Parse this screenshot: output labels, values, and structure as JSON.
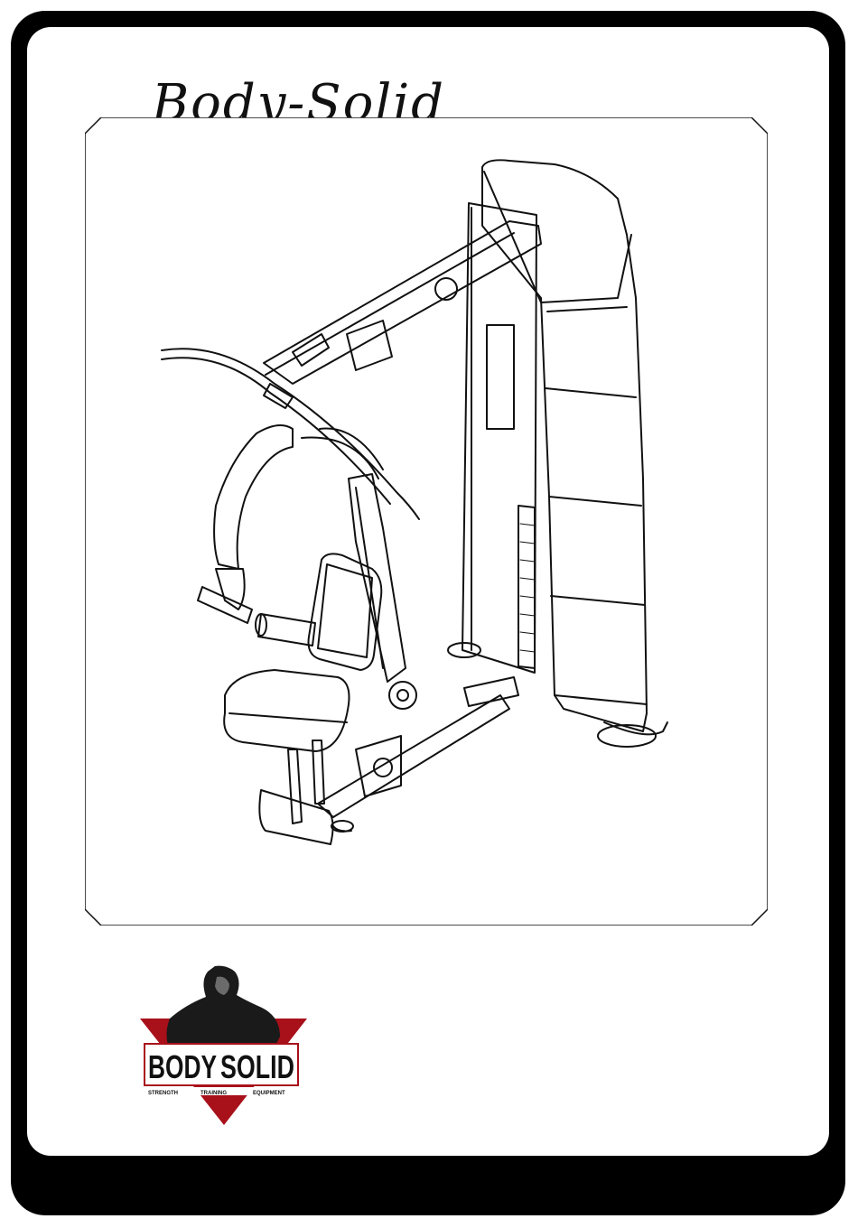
{
  "brand": {
    "script_title": "Body-Solid",
    "logo_text_left": "BODY",
    "logo_text_right": "SOLID",
    "logo_tagline": [
      "STRENGTH",
      "TRAINING",
      "EQUIPMENT"
    ]
  },
  "colors": {
    "sheet_border": "#000000",
    "logo_red": "#a8101a",
    "ink": "#111111"
  },
  "illustration": {
    "subject": "weight-stack-machine-line-drawing"
  }
}
